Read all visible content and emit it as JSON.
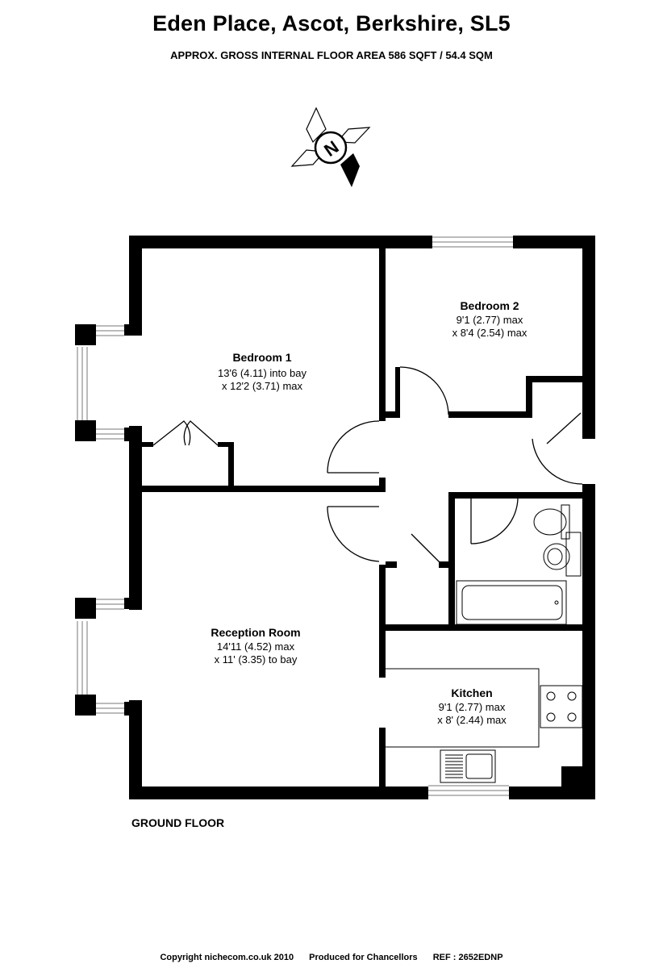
{
  "header": {
    "title": "Eden Place, Ascot, Berkshire, SL5",
    "subtitle": "APPROX. GROSS INTERNAL FLOOR AREA 586 SQFT / 54.4 SQM"
  },
  "compass": {
    "label": "N"
  },
  "rooms": [
    {
      "name": "Bedroom 1",
      "dim1": "13'6 (4.11) into bay",
      "dim2": "x 12'2 (3.71) max"
    },
    {
      "name": "Bedroom 2",
      "dim1": "9'1 (2.77) max",
      "dim2": "x 8'4 (2.54) max"
    },
    {
      "name": "Reception Room",
      "dim1": "14'11 (4.52) max",
      "dim2": "x 11' (3.35) to bay"
    },
    {
      "name": "Kitchen",
      "dim1": "9'1 (2.77) max",
      "dim2": "x 8' (2.44) max"
    }
  ],
  "floor_label": "GROUND FLOOR",
  "footer": {
    "copyright": "Copyright nichecom.co.uk 2010",
    "produced": "Produced for Chancellors",
    "ref": "REF : 2652EDNP"
  },
  "colors": {
    "wall": "#000000",
    "fixture": "#555555",
    "background": "#ffffff"
  }
}
